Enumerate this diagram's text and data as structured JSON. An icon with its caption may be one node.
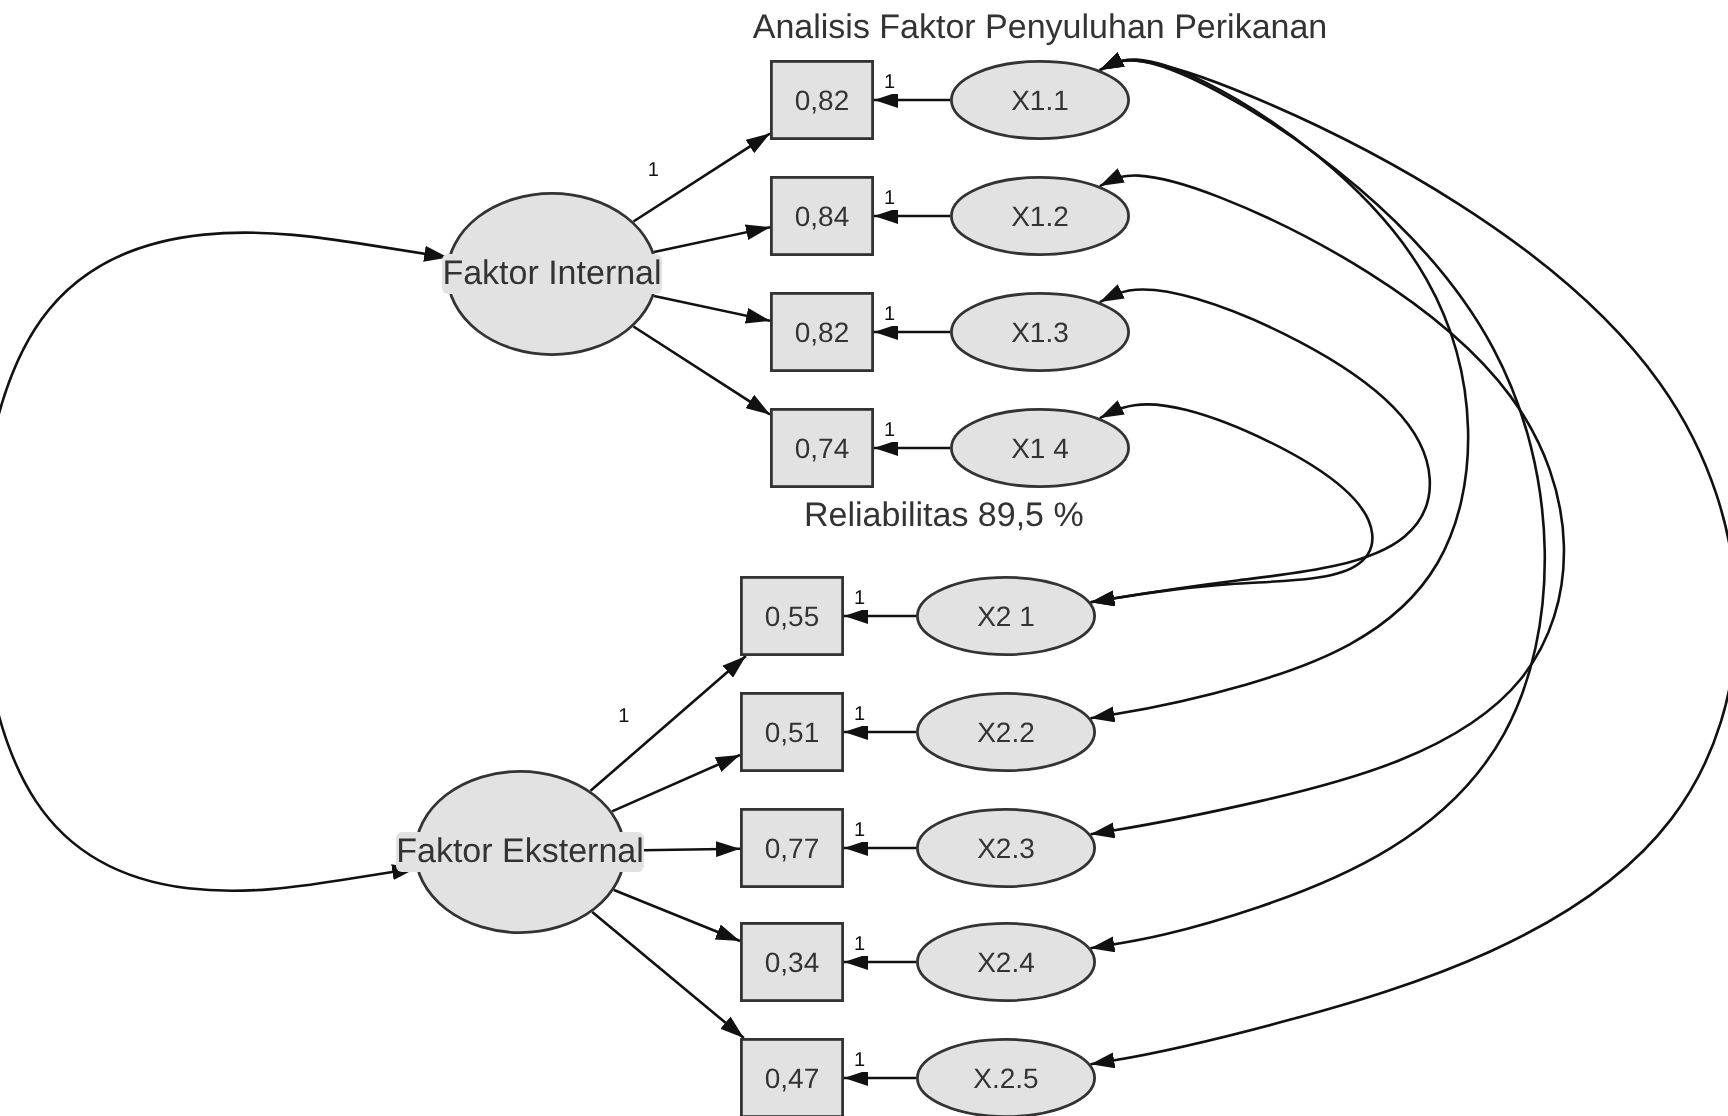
{
  "diagram": {
    "title": "Analisis Faktor Penyuluhan Perikanan",
    "nodes": [
      {
        "text": [
          "Faktor Internal"
        ]
      },
      {
        "text": [
          "0,82"
        ]
      },
      {
        "text": [
          "0,84"
        ]
      },
      {
        "text": [
          "0,82"
        ]
      },
      {
        "text": [
          "0,74"
        ]
      },
      {
        "text": [
          "X1.1"
        ]
      },
      {
        "text": [
          "X1.2"
        ]
      },
      {
        "text": [
          "X1.3"
        ]
      },
      {
        "text": [
          "X1 4"
        ]
      },
      {
        "text": [
          "Faktor Eksternal"
        ]
      },
      {
        "text": [
          "0,55"
        ]
      },
      {
        "text": [
          "0,51"
        ]
      },
      {
        "text": [
          "0,77"
        ]
      },
      {
        "text": [
          "0,34"
        ]
      },
      {
        "text": [
          "0,47"
        ]
      },
      {
        "text": [
          "X2 1"
        ]
      },
      {
        "text": [
          "X2.2"
        ]
      },
      {
        "text": [
          "X2.3"
        ]
      },
      {
        "text": [
          "X2.4"
        ]
      },
      {
        "text": [
          "X.2.5"
        ]
      }
    ],
    "edges": [
      {
        "from": 0,
        "to": 1,
        "arrow": "to",
        "label": "1"
      },
      {
        "from": 0,
        "to": 2,
        "arrow": "to"
      },
      {
        "from": 0,
        "to": 3,
        "arrow": "to"
      },
      {
        "from": 0,
        "to": 4,
        "arrow": "to"
      },
      {
        "from": 5,
        "to": 1,
        "arrow": "to",
        "label": "1"
      },
      {
        "from": 6,
        "to": 2,
        "arrow": "to",
        "label": "1"
      },
      {
        "from": 7,
        "to": 3,
        "arrow": "to",
        "label": "1"
      },
      {
        "from": 8,
        "to": 4,
        "arrow": "to",
        "label": "1"
      },
      {
        "from": 9,
        "to": 10,
        "arrow": "to",
        "label": "1"
      },
      {
        "from": 9,
        "to": 11,
        "arrow": "to"
      },
      {
        "from": 9,
        "to": 12,
        "arrow": "to"
      },
      {
        "from": 9,
        "to": 13,
        "arrow": "to"
      },
      {
        "from": 9,
        "to": 14,
        "arrow": "to"
      },
      {
        "from": 15,
        "to": 10,
        "arrow": "to",
        "label": "1"
      },
      {
        "from": 16,
        "to": 11,
        "arrow": "to",
        "label": "1"
      },
      {
        "from": 17,
        "to": 12,
        "arrow": "to",
        "label": "1"
      },
      {
        "from": 18,
        "to": 13,
        "arrow": "to",
        "label": "1"
      },
      {
        "from": 19,
        "to": 14,
        "arrow": "to",
        "label": "1"
      },
      {
        "from": 0,
        "to": 9,
        "arrow": "both"
      },
      {
        "from": 5,
        "to": 16,
        "arrow": "both"
      },
      {
        "from": 5,
        "to": 18,
        "arrow": "both"
      },
      {
        "from": 5,
        "to": 19,
        "arrow": "both"
      },
      {
        "from": 6,
        "to": 17,
        "arrow": "both"
      },
      {
        "from": 7,
        "to": 15,
        "arrow": "both"
      },
      {
        "from": 8,
        "to": 15,
        "arrow": "both"
      }
    ],
    "labels": [
      "Reliabilitas 89,5 %"
    ]
  }
}
